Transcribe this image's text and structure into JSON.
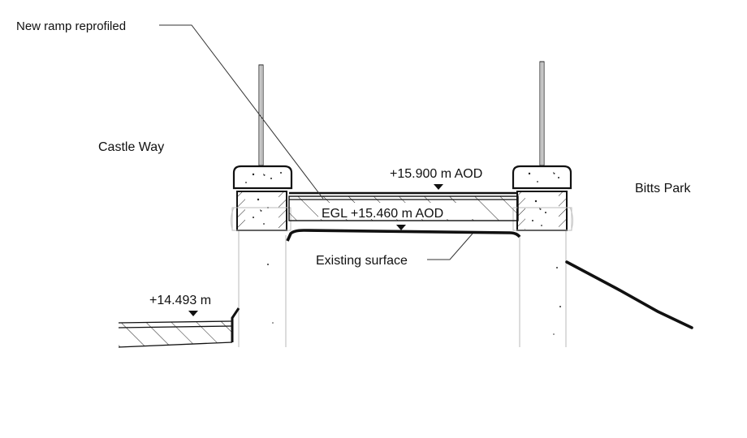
{
  "labels": {
    "new_ramp": "New ramp reprofiled",
    "castle_way": "Castle Way",
    "bitts_park": "Bitts Park",
    "level_top": "+15.900 m AOD",
    "egl": "EGL +15.460 m AOD",
    "existing_surface": "Existing surface",
    "level_left": "+14.493 m"
  },
  "colors": {
    "line": "#111111",
    "thin_line": "#333333",
    "faint_line": "#bbbbbb",
    "background": "#ffffff"
  }
}
